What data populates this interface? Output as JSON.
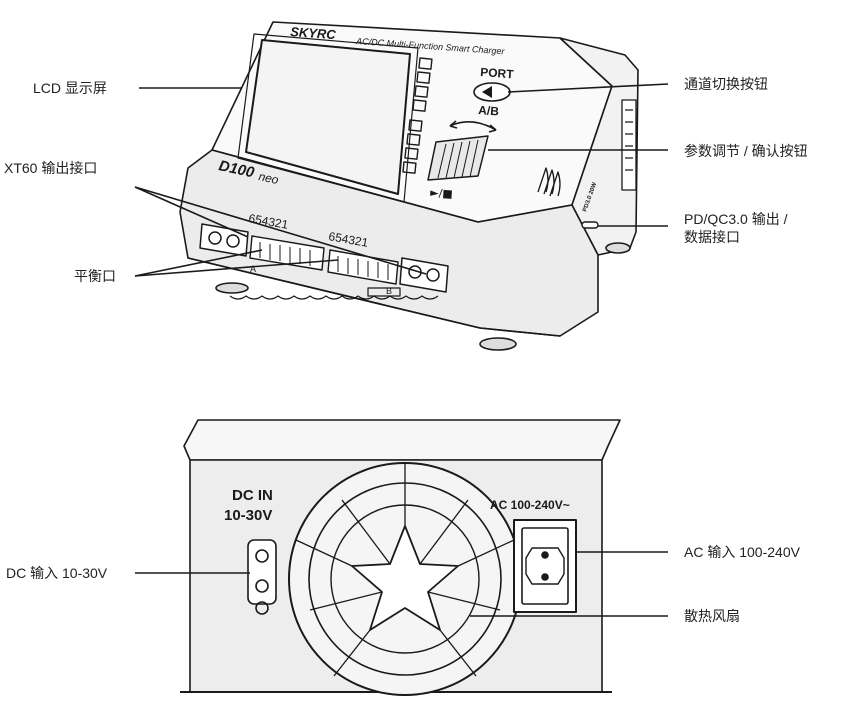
{
  "top_view": {
    "brand": "SKYRC",
    "subtitle": "AC/DC Multi-Function Smart Charger",
    "model": "D100",
    "model_suffix": "neo",
    "port_button_top": "PORT",
    "port_button_bottom": "A/B",
    "play_stop_glyph": "►/■",
    "balance_pins_a": "654321",
    "balance_pins_b": "654321",
    "balance_letter_a": "A",
    "balance_letter_b": "B",
    "usb_text": "PD3.0 20W",
    "labels": {
      "lcd": "LCD 显示屏",
      "xt60": "XT60 输出接口",
      "balance": "平衡口",
      "port_switch": "通道切换按钮",
      "param_adjust": "参数调节 / 确认按钮",
      "pd_qc_line1": "PD/QC3.0 输出 /",
      "pd_qc_line2": "数据接口"
    }
  },
  "back_view": {
    "dc_in_line1": "DC IN",
    "dc_in_line2": "10-30V",
    "ac_text": "AC 100-240V~",
    "labels": {
      "dc_input": "DC 输入 10-30V",
      "ac_input": "AC 输入 100-240V",
      "fan": "散热风扇"
    }
  }
}
